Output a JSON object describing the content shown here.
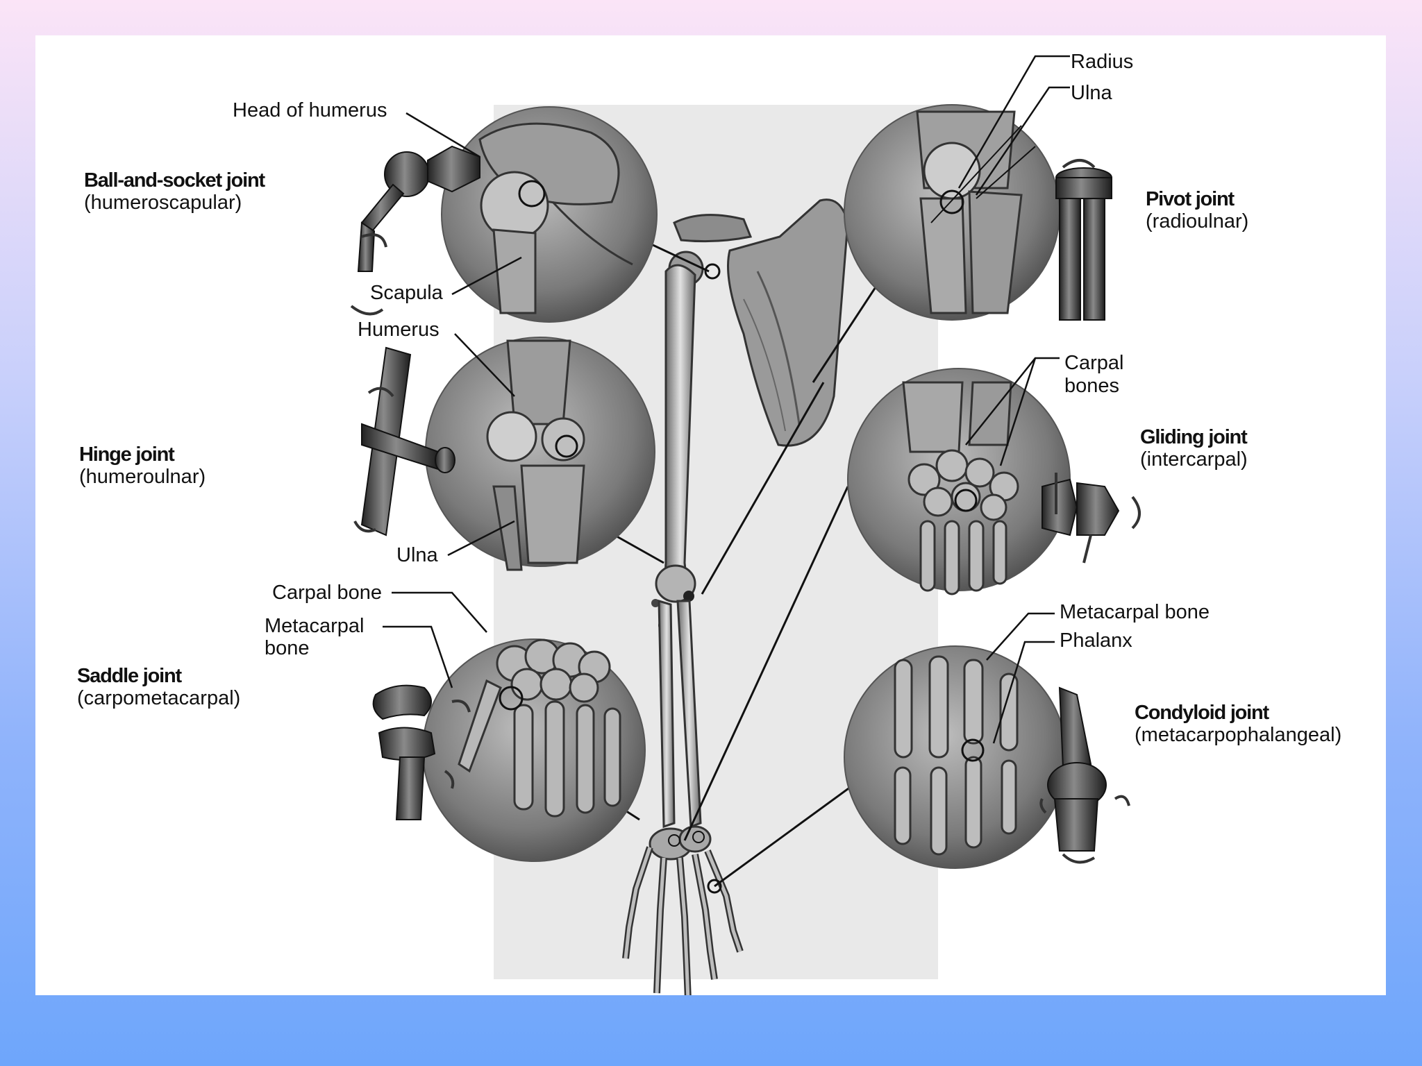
{
  "joints": [
    {
      "id": "ball",
      "name": "Ball-and-socket joint",
      "subtitle": "(humeroscapular)"
    },
    {
      "id": "hinge",
      "name": "Hinge joint",
      "subtitle": "(humeroulnar)"
    },
    {
      "id": "saddle",
      "name": "Saddle joint",
      "subtitle": "(carpometacarpal)"
    },
    {
      "id": "pivot",
      "name": "Pivot joint",
      "subtitle": "(radioulnar)"
    },
    {
      "id": "gliding",
      "name": "Gliding joint",
      "subtitle": "(intercarpal)"
    },
    {
      "id": "condyloid",
      "name": "Condyloid joint",
      "subtitle": "(metacarpophalangeal)"
    }
  ],
  "labels": {
    "head_of_humerus": "Head of humerus",
    "scapula": "Scapula",
    "humerus": "Humerus",
    "ulna_left": "Ulna",
    "carpal_bone": "Carpal bone",
    "metacarpal_bone_left_1": "Metacarpal",
    "metacarpal_bone_left_2": "bone",
    "radius": "Radius",
    "ulna_right": "Ulna",
    "carpal_bones_1": "Carpal",
    "carpal_bones_2": "bones",
    "metacarpal_bone_right": "Metacarpal bone",
    "phalanx": "Phalanx"
  },
  "colors": {
    "panel": "#ffffff",
    "bone_dark": "#3a3a3a",
    "bone_mid": "#8a8a8a",
    "bone_light": "#d6d6d6",
    "model_dark": "#2b2b2b"
  }
}
